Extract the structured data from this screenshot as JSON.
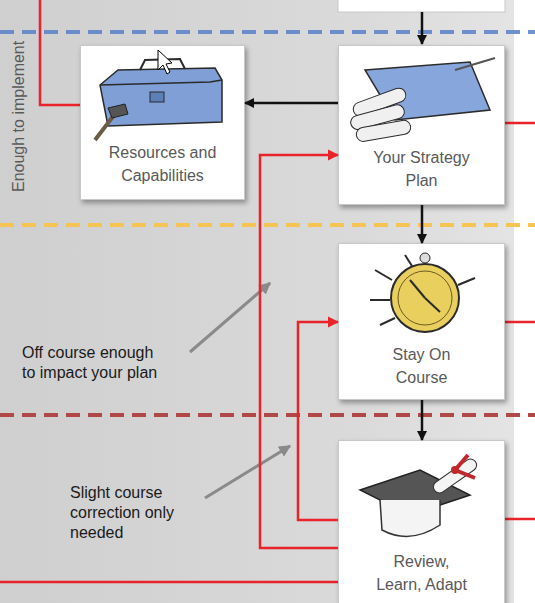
{
  "diagram": {
    "nodes": [
      {
        "text": [
          "Resources and Capabilities"
        ]
      },
      {
        "text": [
          "Your Strategy Plan"
        ]
      },
      {
        "text": [
          "Stay On Course"
        ]
      },
      {
        "text": [
          "Review, Learn, Adapt"
        ]
      }
    ],
    "edges": [
      {
        "from": 1,
        "to": 0,
        "arrow": "to"
      },
      {
        "from": 1,
        "to": 2,
        "arrow": "to"
      },
      {
        "from": 2,
        "to": 3,
        "arrow": "to"
      },
      {
        "from": 3,
        "to": 2,
        "arrow": "to"
      },
      {
        "from": 3,
        "to": 1,
        "arrow": "to"
      }
    ],
    "labels": [
      "Enough to implement",
      "Off course enough to impact your plan",
      "Slight course correction only needed"
    ]
  }
}
